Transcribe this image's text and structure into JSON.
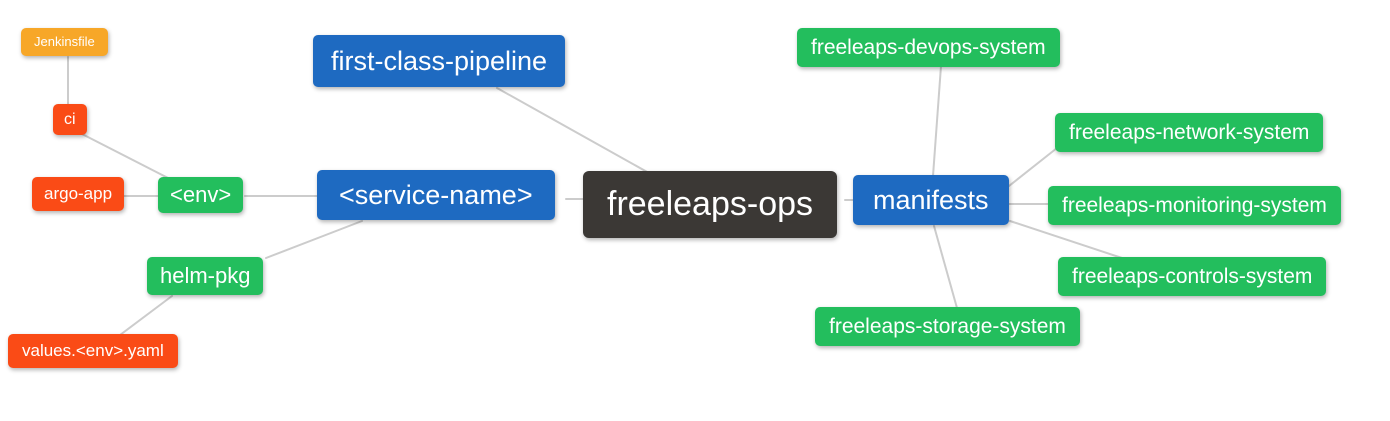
{
  "diagram_type": "mindmap",
  "colors": {
    "root_node": "#3b3835",
    "branch_node": "#1e6ac1",
    "leaf_green": "#23be5d",
    "leaf_red": "#fa4b16",
    "leaf_orange": "#f7a728",
    "edge": "#cccccc",
    "node_text": "#ffffff",
    "background": "#ffffff"
  },
  "nodes": {
    "root": {
      "label": "freeleaps-ops"
    },
    "first_class_pipeline": {
      "label": "first-class-pipeline"
    },
    "service_name": {
      "label": "<service-name>"
    },
    "env": {
      "label": "<env>"
    },
    "ci": {
      "label": "ci"
    },
    "jenkinsfile": {
      "label": "Jenkinsfile"
    },
    "argo_app": {
      "label": "argo-app"
    },
    "helm_pkg": {
      "label": "helm-pkg"
    },
    "values_env_yaml": {
      "label": "values.<env>.yaml"
    },
    "manifests": {
      "label": "manifests"
    },
    "devops_system": {
      "label": "freeleaps-devops-system"
    },
    "network_system": {
      "label": "freeleaps-network-system"
    },
    "monitoring_system": {
      "label": "freeleaps-monitoring-system"
    },
    "controls_system": {
      "label": "freeleaps-controls-system"
    },
    "storage_system": {
      "label": "freeleaps-storage-system"
    }
  },
  "edges": [
    [
      "jenkinsfile",
      "ci"
    ],
    [
      "ci",
      "env"
    ],
    [
      "argo_app",
      "env"
    ],
    [
      "env",
      "service_name"
    ],
    [
      "service_name",
      "root"
    ],
    [
      "first_class_pipeline",
      "root"
    ],
    [
      "service_name",
      "helm_pkg"
    ],
    [
      "helm_pkg",
      "values_env_yaml"
    ],
    [
      "root",
      "manifests"
    ],
    [
      "manifests",
      "devops_system"
    ],
    [
      "manifests",
      "network_system"
    ],
    [
      "manifests",
      "monitoring_system"
    ],
    [
      "manifests",
      "controls_system"
    ],
    [
      "manifests",
      "storage_system"
    ]
  ]
}
